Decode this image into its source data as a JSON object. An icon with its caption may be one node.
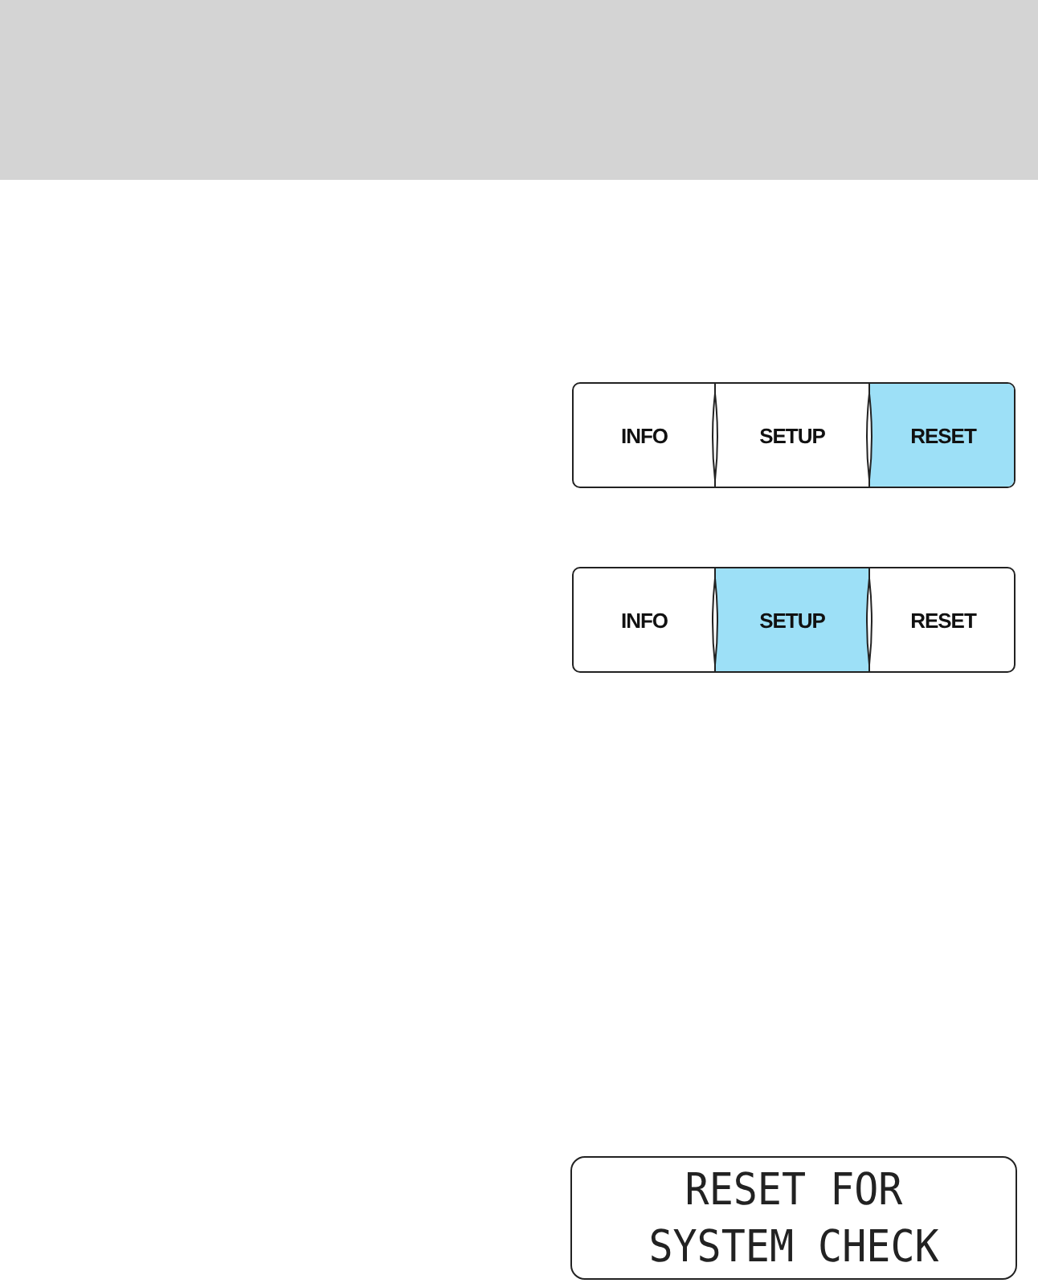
{
  "diagram": {
    "nodes": [
      {
        "text": [
          "INFO"
        ]
      },
      {
        "text": [
          "SETUP"
        ]
      },
      {
        "text": [
          "RESET"
        ]
      },
      {
        "text": [
          "INFO"
        ]
      },
      {
        "text": [
          "SETUP"
        ]
      },
      {
        "text": [
          "RESET"
        ]
      },
      {
        "text": [
          "RESET FOR SYSTEM CHECK"
        ]
      }
    ]
  }
}
